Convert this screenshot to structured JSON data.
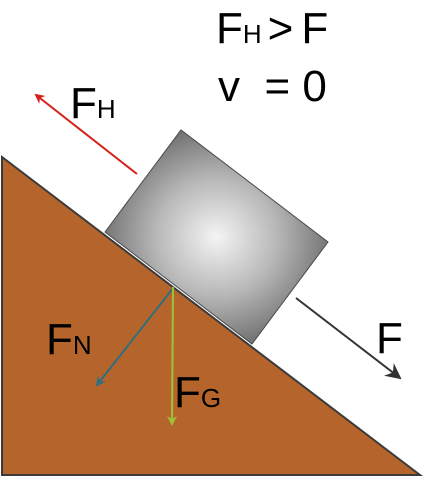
{
  "condition": {
    "force_main": "F",
    "force_sub": "H",
    "operator": ">",
    "rhs": "F",
    "velocity_line": "v  = 0"
  },
  "forces": {
    "fh": {
      "main": "F",
      "sub": "H",
      "color": "#d6201a"
    },
    "fn": {
      "main": "F",
      "sub": "N",
      "color": "#2f6e7d"
    },
    "fg": {
      "main": "F",
      "sub": "G",
      "color": "#9cc23a"
    },
    "f": {
      "main": "F",
      "color": "#333333"
    }
  },
  "colors": {
    "incline": "#b5652b",
    "block_edge": "#5a5a5c",
    "block_center": "#f2f2f2"
  }
}
